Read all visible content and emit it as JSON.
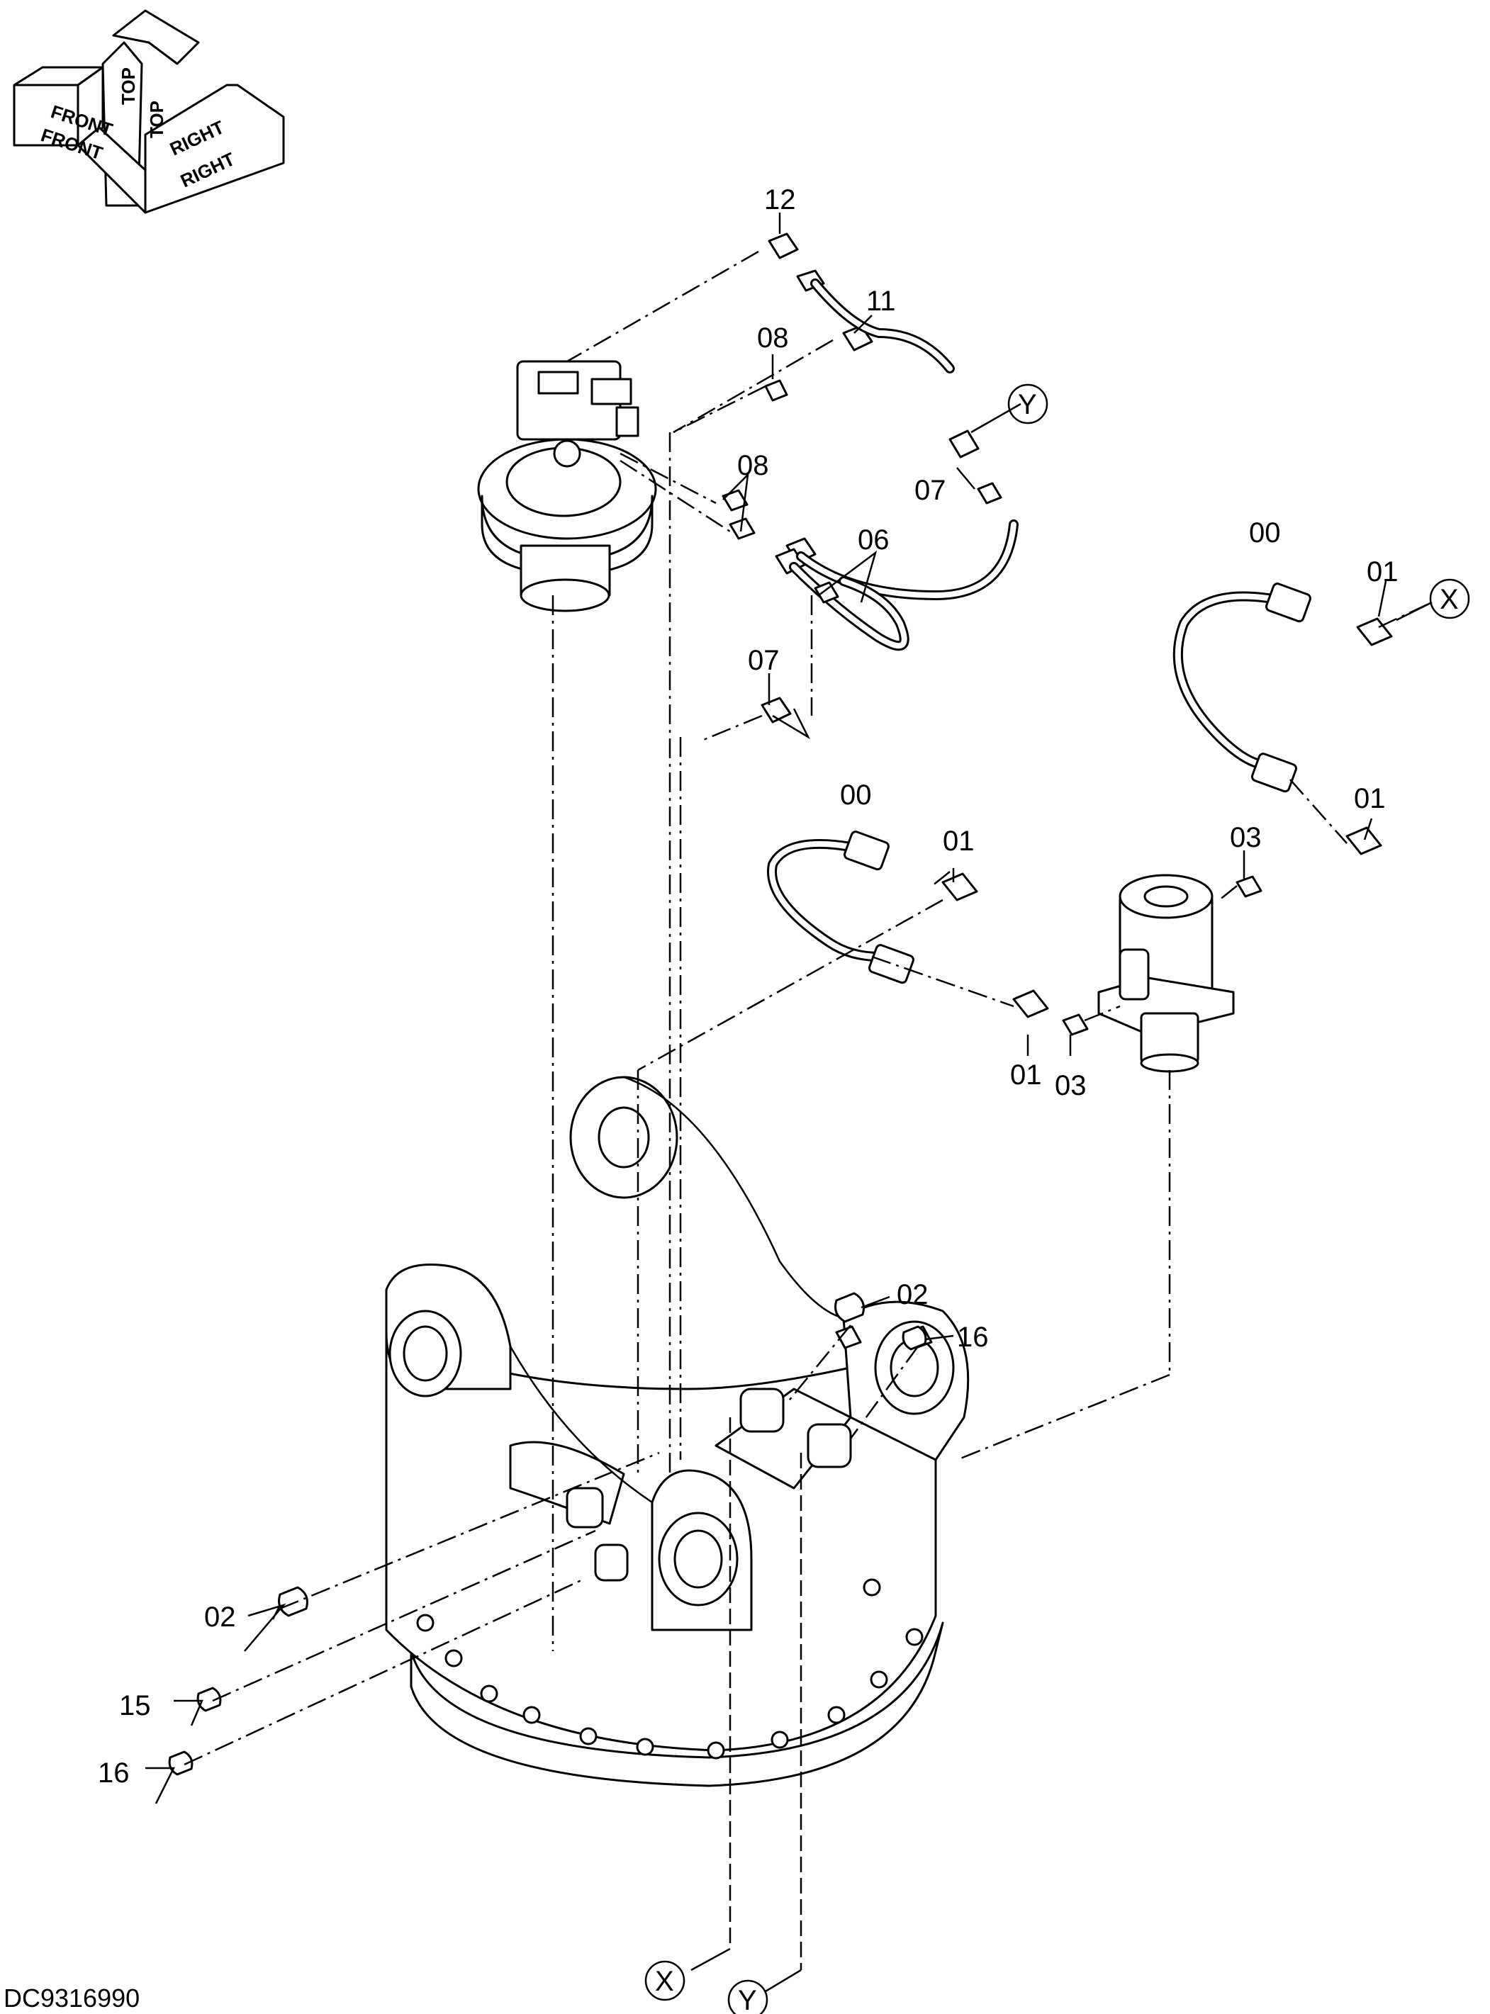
{
  "orientation": {
    "front": "FRONT",
    "top": "TOP",
    "right": "RIGHT"
  },
  "drawing_code": "DC9316990",
  "callouts": {
    "l12": "12",
    "l11": "11",
    "l08a": "08",
    "l08b": "08",
    "l06": "06",
    "l07a": "07",
    "l07b": "07",
    "lYtop": "Y",
    "lXtop": "X",
    "l00a": "00",
    "l00b": "00",
    "l01a": "01",
    "l01b": "01",
    "l01c": "01",
    "l01d": "01",
    "l03a": "03",
    "l03b": "03",
    "l02a": "02",
    "l02b": "02",
    "l16a": "16",
    "l16b": "16",
    "l15": "15",
    "lXbot": "X",
    "lYbot": "Y"
  }
}
